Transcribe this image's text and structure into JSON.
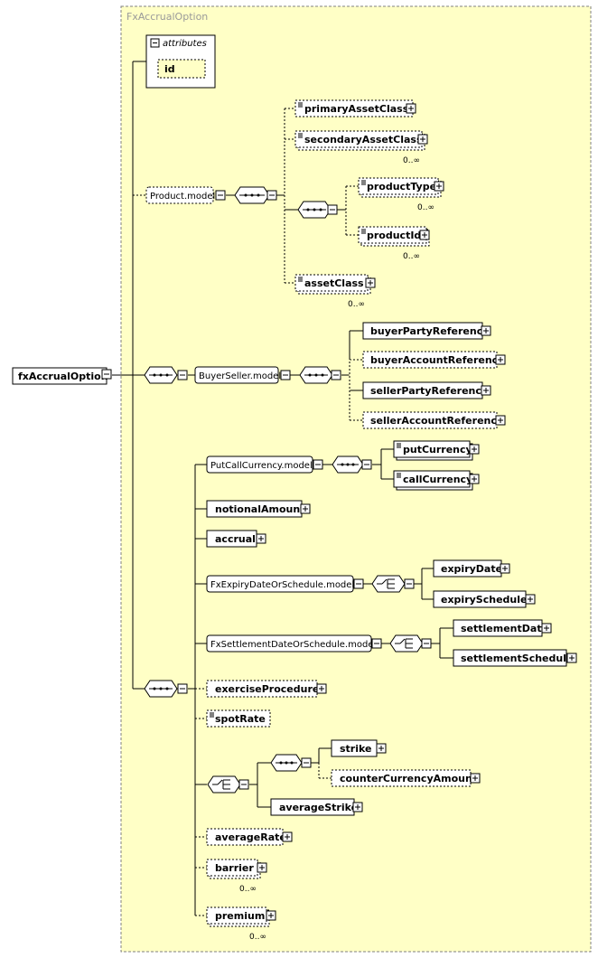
{
  "group_title": "FxAccrualOption",
  "root": {
    "label": "fxAccrualOption"
  },
  "attributes": {
    "label": "attributes",
    "items": [
      "id"
    ]
  },
  "product_model": {
    "label": "Product.model",
    "primaryAssetClass": "primaryAssetClass",
    "secondaryAssetClass": "secondaryAssetClass",
    "secondaryAssetClass_occ": "0..∞",
    "productType": "productType",
    "productType_occ": "0..∞",
    "productId": "productId",
    "productId_occ": "0..∞",
    "assetClass": "assetClass",
    "assetClass_occ": "0..∞"
  },
  "buyer_seller": {
    "label": "BuyerSeller.model",
    "buyerPartyReference": "buyerPartyReference",
    "buyerAccountReference": "buyerAccountReference",
    "sellerPartyReference": "sellerPartyReference",
    "sellerAccountReference": "sellerAccountReference"
  },
  "put_call": {
    "label": "PutCallCurrency.model",
    "putCurrency": "putCurrency",
    "callCurrency": "callCurrency"
  },
  "notionalAmount": "notionalAmount",
  "accrual": "accrual",
  "expiry": {
    "label": "FxExpiryDateOrSchedule.model",
    "expiryDate": "expiryDate",
    "expirySchedule": "expirySchedule"
  },
  "settlement": {
    "label": "FxSettlementDateOrSchedule.model",
    "settlementDate": "settlementDate",
    "settlementSchedule": "settlementSchedule"
  },
  "exerciseProcedure": "exerciseProcedure",
  "spotRate": "spotRate",
  "strike_choice": {
    "strike": "strike",
    "counterCurrencyAmount": "counterCurrencyAmount",
    "averageStrike": "averageStrike"
  },
  "averageRate": "averageRate",
  "barrier": "barrier",
  "barrier_occ": "0..∞",
  "premium": "premium",
  "premium_occ": "0..∞"
}
